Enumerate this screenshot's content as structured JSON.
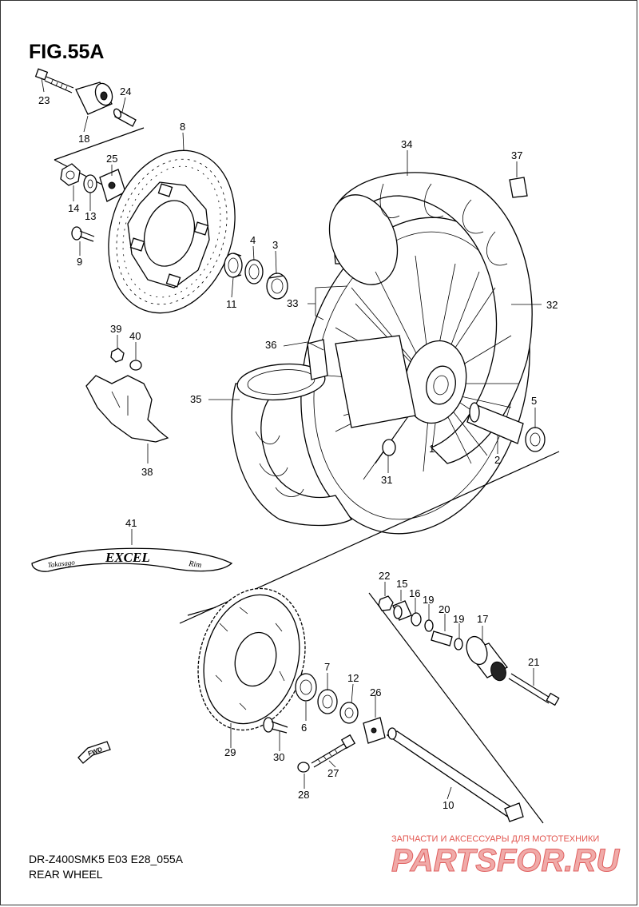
{
  "figure": {
    "title": "FIG.55A",
    "model_code": "DR-Z400SMK5 E03 E28_055A",
    "caption": "REAR WHEEL"
  },
  "rim_decal": {
    "brand_script": "Takasago",
    "brand_main": "EXCEL",
    "brand_suffix": "Rim"
  },
  "fwd_arrow": {
    "label": "FWD"
  },
  "watermark": {
    "tagline": "ЗАПЧАСТИ И АКСЕССУАРЫ ДЛЯ МОТОТЕХНИКИ",
    "logo": "PARTSFOR.RU"
  },
  "callouts": [
    {
      "id": "c1",
      "num": "1"
    },
    {
      "id": "c2",
      "num": "2"
    },
    {
      "id": "c3",
      "num": "3"
    },
    {
      "id": "c4",
      "num": "4"
    },
    {
      "id": "c5",
      "num": "5"
    },
    {
      "id": "c6",
      "num": "6"
    },
    {
      "id": "c7",
      "num": "7"
    },
    {
      "id": "c8",
      "num": "8"
    },
    {
      "id": "c9",
      "num": "9"
    },
    {
      "id": "c10",
      "num": "10"
    },
    {
      "id": "c11",
      "num": "11"
    },
    {
      "id": "c12",
      "num": "12"
    },
    {
      "id": "c13",
      "num": "13"
    },
    {
      "id": "c14",
      "num": "14"
    },
    {
      "id": "c15",
      "num": "15"
    },
    {
      "id": "c16",
      "num": "16"
    },
    {
      "id": "c17",
      "num": "17"
    },
    {
      "id": "c18",
      "num": "18"
    },
    {
      "id": "c19a",
      "num": "19"
    },
    {
      "id": "c19b",
      "num": "19"
    },
    {
      "id": "c20",
      "num": "20"
    },
    {
      "id": "c21",
      "num": "21"
    },
    {
      "id": "c22",
      "num": "22"
    },
    {
      "id": "c23",
      "num": "23"
    },
    {
      "id": "c24",
      "num": "24"
    },
    {
      "id": "c25",
      "num": "25"
    },
    {
      "id": "c26",
      "num": "26"
    },
    {
      "id": "c27",
      "num": "27"
    },
    {
      "id": "c28",
      "num": "28"
    },
    {
      "id": "c29",
      "num": "29"
    },
    {
      "id": "c30",
      "num": "30"
    },
    {
      "id": "c31",
      "num": "31"
    },
    {
      "id": "c32",
      "num": "32"
    },
    {
      "id": "c33",
      "num": "33"
    },
    {
      "id": "c34",
      "num": "34"
    },
    {
      "id": "c35",
      "num": "35"
    },
    {
      "id": "c36",
      "num": "36"
    },
    {
      "id": "c37",
      "num": "37"
    },
    {
      "id": "c38",
      "num": "38"
    },
    {
      "id": "c39",
      "num": "39"
    },
    {
      "id": "c40",
      "num": "40"
    },
    {
      "id": "c41",
      "num": "41"
    }
  ]
}
